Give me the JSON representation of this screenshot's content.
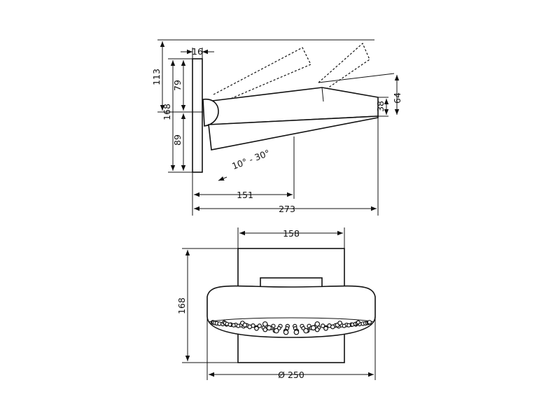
{
  "side_view": {
    "dimensions": {
      "d113": "113",
      "d79": "79",
      "d168": "168",
      "d89": "89",
      "d16": "16",
      "d38": "38",
      "d64": "64",
      "d151": "151",
      "d273": "273"
    },
    "angle_label": "10° - 30°"
  },
  "front_view": {
    "dimensions": {
      "d158": "158",
      "d168": "168",
      "d250": "Ø 250"
    }
  }
}
